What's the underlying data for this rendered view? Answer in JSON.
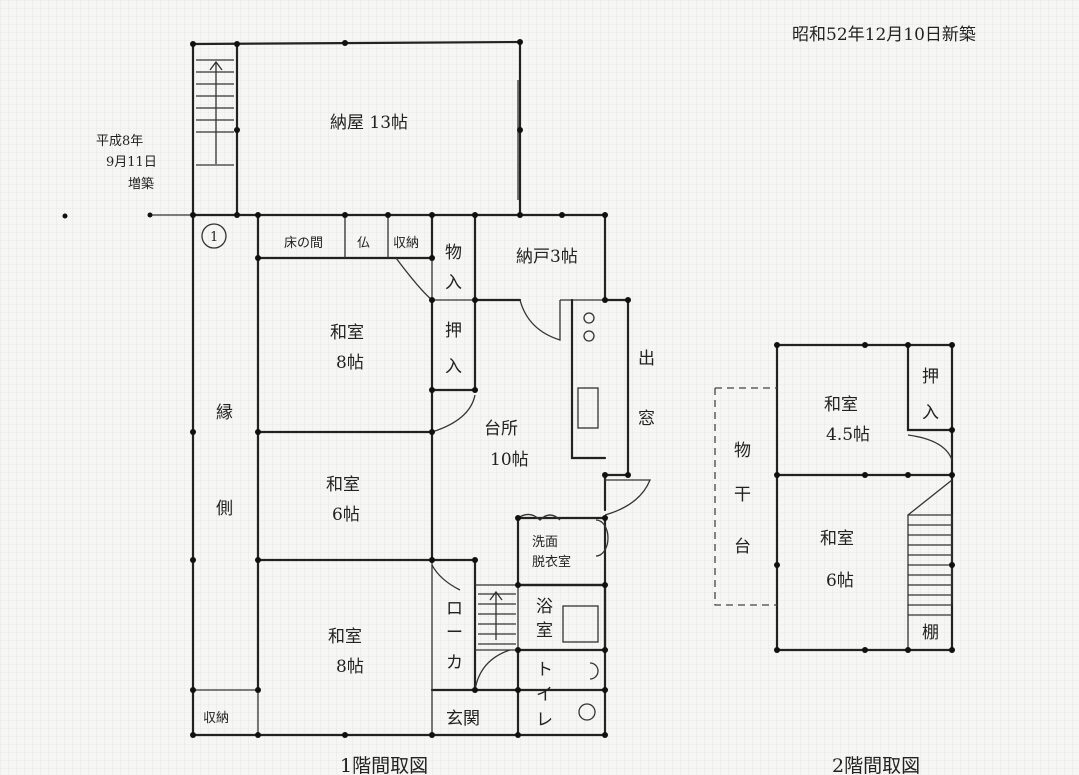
{
  "header": {
    "date_note": "昭和52年12月10日新築"
  },
  "extension_note": [
    "平成8年",
    "9月11日",
    "増築"
  ],
  "floor1": {
    "title": "1階間取図",
    "column_marker": "1",
    "rooms": {
      "naya": "納屋 13帖",
      "tokonoma": "床の間",
      "butsudan": "仏",
      "storage_top": "収納",
      "mono_a": "物",
      "mono_b": "入",
      "nando": "納戸3帖",
      "washitsu1": [
        "和室",
        "8帖"
      ],
      "oshi_a": "押",
      "oshi_b": "入",
      "engawa_a": "縁",
      "engawa_b": "側",
      "daidokoro": [
        "台所",
        "10帖"
      ],
      "demado_a": "出",
      "demado_b": "窓",
      "washitsu2": [
        "和室",
        "6帖"
      ],
      "senmen": [
        "洗面",
        "脱衣室"
      ],
      "washitsu3": [
        "和室",
        "8帖"
      ],
      "roka": [
        "ロ",
        "ー",
        "カ"
      ],
      "yokushitsu": [
        "浴",
        "室"
      ],
      "toilet": [
        "ト",
        "イ",
        "レ"
      ],
      "storage_bottom": "収納",
      "genkan": "玄関"
    }
  },
  "floor2": {
    "title": "2階間取図",
    "rooms": {
      "washitsu1": [
        "和室",
        "4.5帖"
      ],
      "oshi_a": "押",
      "oshi_b": "入",
      "monohoshi": [
        "物",
        "干",
        "台"
      ],
      "washitsu2": [
        "和室",
        "6帖"
      ],
      "tana": "棚"
    }
  }
}
